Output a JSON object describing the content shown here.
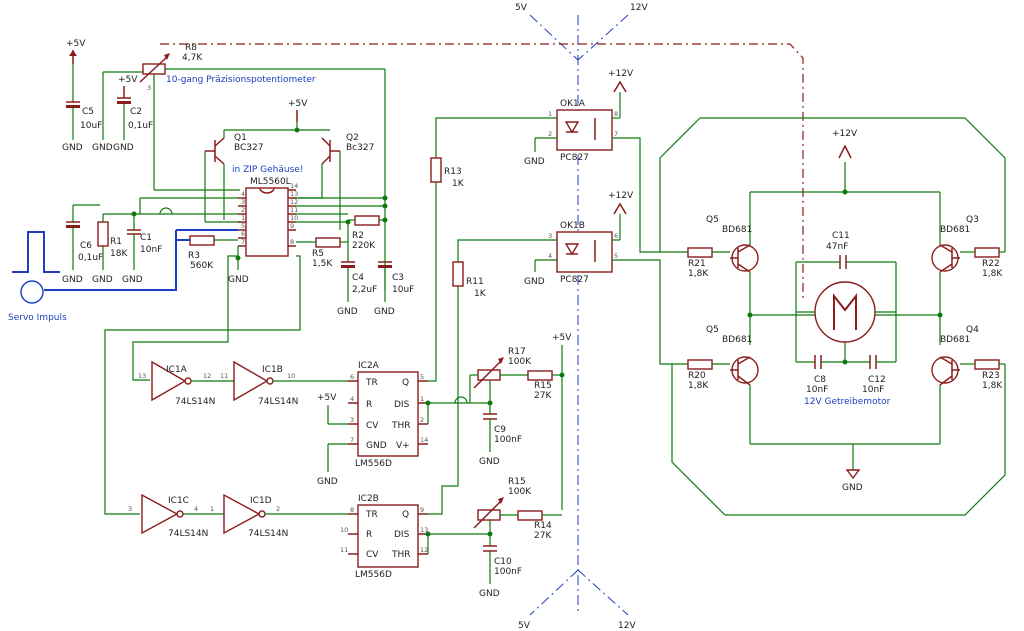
{
  "labels": {
    "rail_5v": "5V",
    "rail_12v": "12V",
    "plus5": "+5V",
    "plus12": "+12V",
    "gnd": "GND",
    "servo": "Servo Impuls",
    "zip_note": "in ZIP Gehäuse!",
    "pot_note": "10-gang Präzisionspotentiometer",
    "motor_note": "12V Getreibemotor"
  },
  "parts": {
    "R8": {
      "name": "R8",
      "value": "4,7K"
    },
    "C5": {
      "name": "C5",
      "value": "10uF"
    },
    "C2": {
      "name": "C2",
      "value": "0,1uF"
    },
    "Q1": {
      "name": "Q1",
      "value": "BC327"
    },
    "Q2": {
      "name": "Q2",
      "value": "Bc327"
    },
    "ML": {
      "name": "ML5560L"
    },
    "C6": {
      "name": "C6",
      "value": "0,1uF"
    },
    "R1": {
      "name": "R1",
      "value": "18K"
    },
    "C1": {
      "name": "C1",
      "value": "10nF"
    },
    "R3": {
      "name": "R3",
      "value": "560K"
    },
    "R2": {
      "name": "R2",
      "value": "220K"
    },
    "R5": {
      "name": "R5",
      "value": "1,5K"
    },
    "C4": {
      "name": "C4",
      "value": "2,2uF"
    },
    "C3": {
      "name": "C3",
      "value": "10uF"
    },
    "R13": {
      "name": "R13",
      "value": "1K"
    },
    "R11": {
      "name": "R11",
      "value": "1K"
    },
    "OKA": {
      "name": "OK1A",
      "value": "PC827"
    },
    "OKB": {
      "name": "OK1B",
      "value": "PC827"
    },
    "IC1A": {
      "name": "IC1A",
      "value": "74LS14N"
    },
    "IC1B": {
      "name": "IC1B",
      "value": "74LS14N"
    },
    "IC1C": {
      "name": "IC1C",
      "value": "74LS14N"
    },
    "IC1D": {
      "name": "IC1D",
      "value": "74LS14N"
    },
    "IC2A": {
      "name": "IC2A",
      "value": "LM556D"
    },
    "IC2B": {
      "name": "IC2B",
      "value": "LM556D"
    },
    "R17": {
      "name": "R17",
      "value": "100K"
    },
    "R15a": {
      "name": "R15",
      "value": "27K"
    },
    "R15b": {
      "name": "R15",
      "value": "100K"
    },
    "R14": {
      "name": "R14",
      "value": "27K"
    },
    "C9": {
      "name": "C9",
      "value": "100nF"
    },
    "C10": {
      "name": "C10",
      "value": "100nF"
    },
    "Q5a": {
      "name": "Q5",
      "value": "BD681"
    },
    "Q5b": {
      "name": "Q5",
      "value": "BD681"
    },
    "Q3": {
      "name": "Q3",
      "value": "BD681"
    },
    "Q4": {
      "name": "Q4",
      "value": "BD681"
    },
    "R21": {
      "name": "R21",
      "value": "1,8K"
    },
    "R20": {
      "name": "R20",
      "value": "1,8K"
    },
    "R22": {
      "name": "R22",
      "value": "1,8K"
    },
    "R23": {
      "name": "R23",
      "value": "1,8K"
    },
    "C11": {
      "name": "C11",
      "value": "47nF"
    },
    "C8": {
      "name": "C8",
      "value": "10nF"
    },
    "C12": {
      "name": "C12",
      "value": "10nF"
    }
  },
  "pins556": {
    "tr": "TR",
    "r": "R",
    "cv": "CV",
    "gnd": "GND",
    "q": "Q",
    "dis": "DIS",
    "thr": "THR",
    "vp": "V+"
  },
  "colors": {
    "wire": "#0d7a0d",
    "component": "#8b1c1c",
    "bus": "#1b3fbf",
    "axis": "#1b3fbf"
  }
}
